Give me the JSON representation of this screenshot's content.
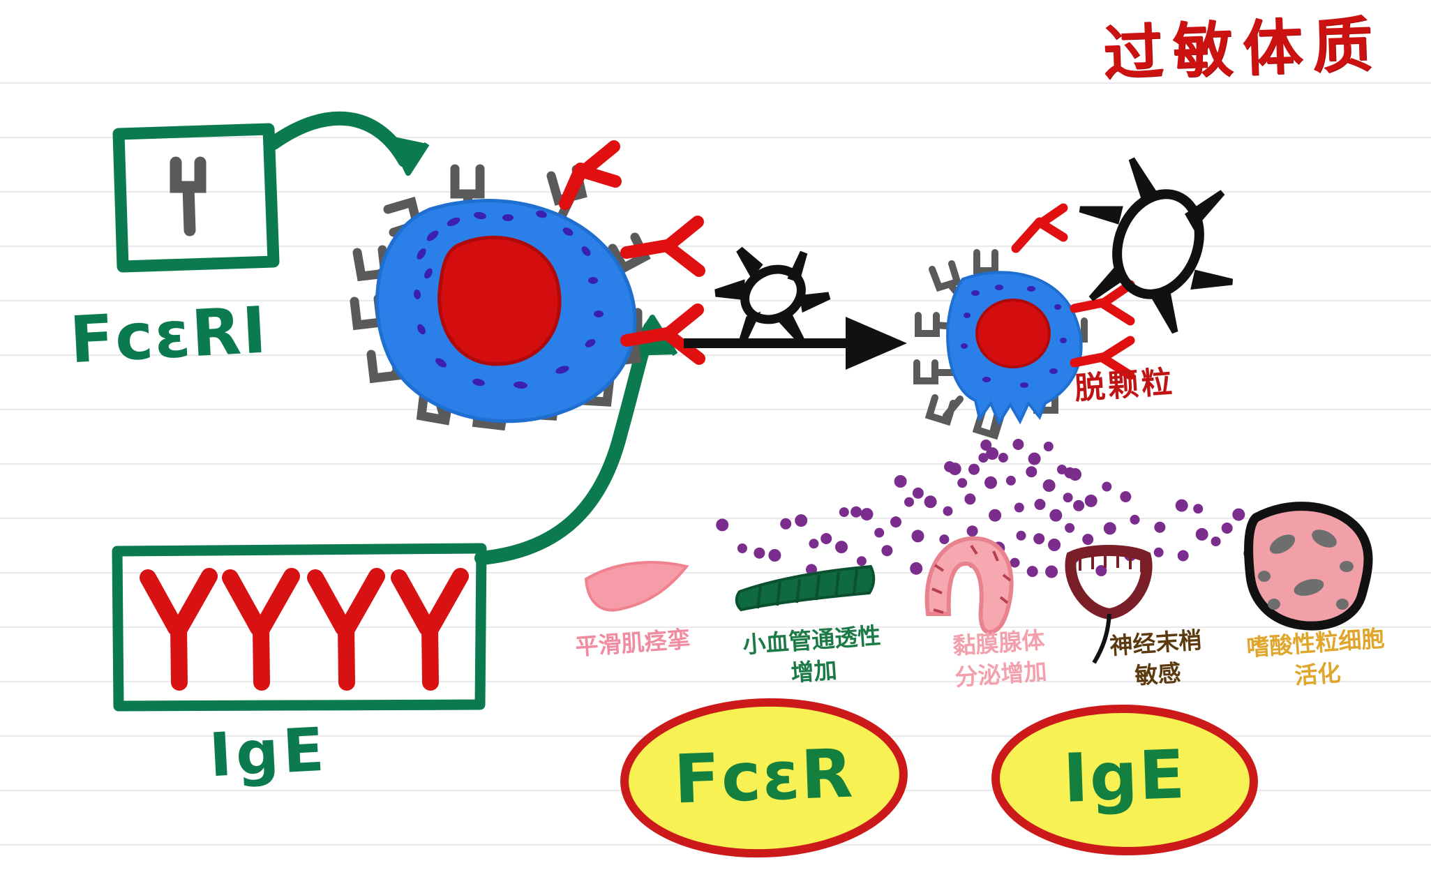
{
  "page": {
    "title_cn": "过敏体质",
    "title_meaning": "allergic constitution",
    "background": "#ffffff",
    "ruled_line_color": "#e9e9ec"
  },
  "legend": {
    "receptor_box": {
      "label": "FcεRI",
      "box_color": "#0b7a4f",
      "icon": "y-receptor-icon",
      "icon_color": "#5a5a5a"
    },
    "antibody_box": {
      "label": "IgE",
      "box_color": "#0b7a4f",
      "icon": "y-antibody-icon",
      "icon_color": "#d81212",
      "count": 4
    }
  },
  "cells": {
    "resting": {
      "name": "mast-cell-resting",
      "cytoplasm_color": "#2b7fe8",
      "nucleus_color": "#d40e0e",
      "granule_color": "#3b1fb5",
      "receptor_color": "#5a5a5a",
      "bound_antibody_color": "#e01010",
      "receptor_count": 13,
      "bound_ige_count": 3
    },
    "activated": {
      "name": "mast-cell-activated",
      "cytoplasm_color": "#2b7fe8",
      "nucleus_color": "#d40e0e",
      "label": "脱颗粒",
      "label_meaning": "degranulation",
      "label_color": "#c01414",
      "released_granule_color": "#7b2d8e"
    }
  },
  "allergen": {
    "name": "allergen-particle",
    "color": "#111111",
    "spikes": 7
  },
  "arrow": {
    "name": "activation-arrow",
    "color": "#111111"
  },
  "effects": [
    {
      "id": "smooth-muscle",
      "icon": "smooth-muscle-icon",
      "icon_color": "#f69ca8",
      "label": "平滑肌痉挛",
      "label_meaning": "smooth muscle spasm",
      "label_color": "#f08ba0",
      "label_class": "c-pink"
    },
    {
      "id": "vessel-permeability",
      "icon": "small-blood-vessel-icon",
      "icon_color": "#0f6b3f",
      "label": "小血管通透性\n增加",
      "label_meaning": "increased small vessel permeability",
      "label_color": "#1b7a46",
      "label_class": "c-green"
    },
    {
      "id": "mucosal-gland",
      "icon": "mucosal-gland-icon",
      "icon_color": "#f7a7b0",
      "label": "黏膜腺体\n分泌增加",
      "label_meaning": "increased mucosal gland secretion",
      "label_color": "#f3a0ad",
      "label_class": "c-pink2"
    },
    {
      "id": "nerve-ending",
      "icon": "nerve-ending-icon",
      "icon_color": "#7a1f28",
      "label": "神经末梢\n敏感",
      "label_meaning": "nerve ending sensitivity",
      "label_color": "#5c3a10",
      "label_class": "c-brown"
    },
    {
      "id": "eosinophil",
      "icon": "eosinophil-icon",
      "icon_color": "#f2a0a8",
      "label": "嗜酸性粒细胞\n活化",
      "label_meaning": "eosinophil activation",
      "label_color": "#e0a62c",
      "label_class": "c-gold"
    }
  ],
  "highlights": [
    {
      "id": "fcer",
      "label": "FcεR",
      "fill": "#f7f153",
      "stroke": "#cc1a1a",
      "text_color": "#14803f"
    },
    {
      "id": "ige",
      "label": "IgE",
      "fill": "#f7f153",
      "stroke": "#cc1a1a",
      "text_color": "#14803f"
    }
  ]
}
